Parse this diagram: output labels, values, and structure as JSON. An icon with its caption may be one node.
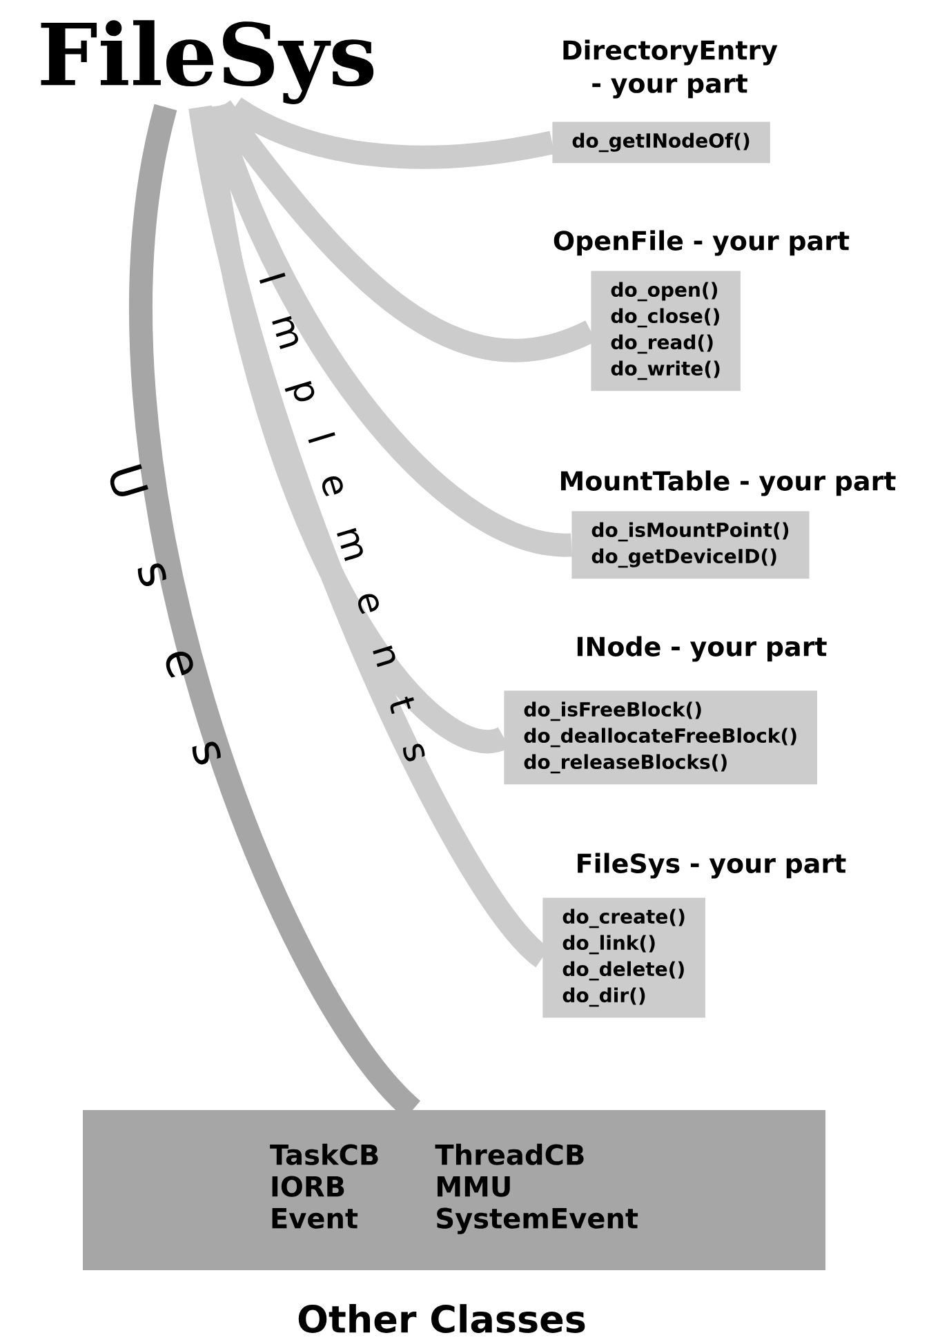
{
  "diagram": {
    "nodes": [
      {
        "text": [
          "FileSys"
        ]
      },
      {
        "text": [
          "DirectoryEntry - your part",
          "do_getINodeOf()"
        ]
      },
      {
        "text": [
          "OpenFile - your part",
          "do_open()",
          "do_close()",
          "do_read()",
          "do_write()"
        ]
      },
      {
        "text": [
          "MountTable - your part",
          "do_isMountPoint()",
          "do_getDeviceID()"
        ]
      },
      {
        "text": [
          "INode - your part",
          "do_isFreeBlock()",
          "do_deallocateFreeBlock()",
          "do_releaseBlocks()"
        ]
      },
      {
        "text": [
          "FileSys - your part",
          "do_create()",
          "do_link()",
          "do_delete()",
          "do_dir()"
        ]
      },
      {
        "text": [
          "TaskCB",
          "ThreadCB",
          "IORB",
          "MMU",
          "Event",
          "SystemEvent",
          "Other Classes"
        ]
      }
    ],
    "edges": [
      {
        "from": 1,
        "to": 0,
        "arrow": "none"
      },
      {
        "from": 2,
        "to": 0,
        "arrow": "none"
      },
      {
        "from": 3,
        "to": 0,
        "arrow": "none"
      },
      {
        "from": 4,
        "to": 0,
        "arrow": "none"
      },
      {
        "from": 5,
        "to": 0,
        "arrow": "none"
      },
      {
        "from": 0,
        "to": 6,
        "arrow": "none",
        "color": "#a6a6a6"
      }
    ],
    "labels": [
      "I m p l e m e n t s",
      "U s e s"
    ]
  }
}
